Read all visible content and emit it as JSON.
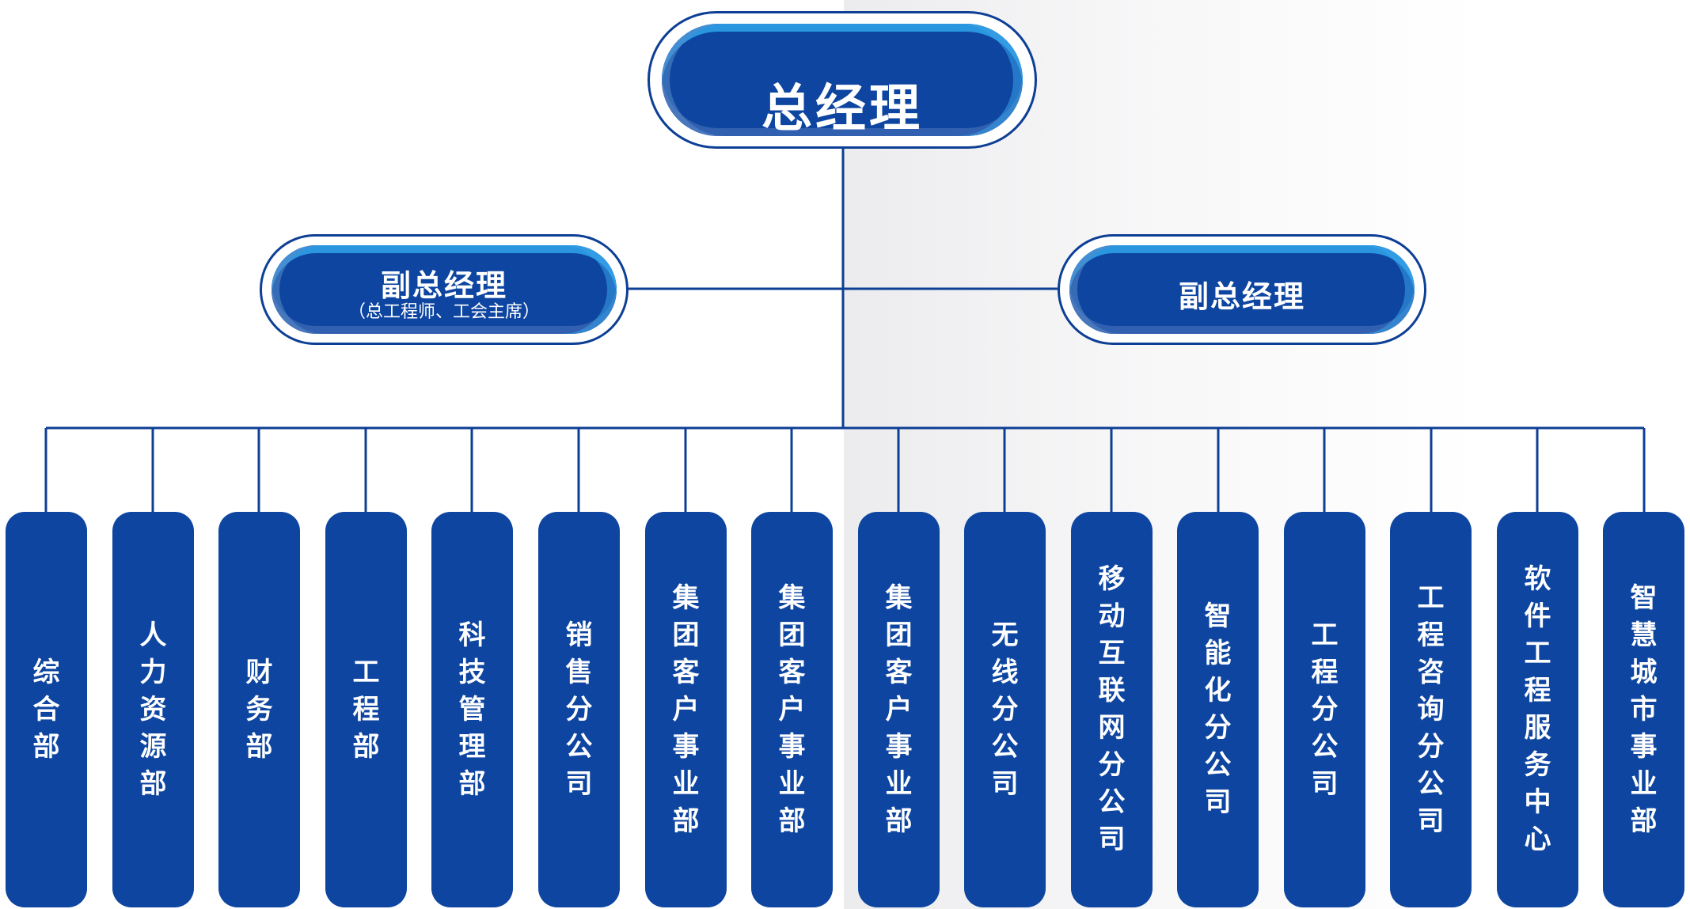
{
  "general_manager": {
    "title": "总经理"
  },
  "deputy_manager_left": {
    "title": "副总经理",
    "subtitle": "（总工程师、工会主席）"
  },
  "deputy_manager_right": {
    "title": "副总经理"
  },
  "departments": [
    {
      "label": "综合部"
    },
    {
      "label": "人力资源部"
    },
    {
      "label": "财务部"
    },
    {
      "label": "工程部"
    },
    {
      "label": "科技管理部"
    },
    {
      "label": "销售分公司"
    },
    {
      "label": "集团客户事业部"
    },
    {
      "label": "集团客户事业部"
    },
    {
      "label": "集团客户事业部"
    },
    {
      "label": "无线分公司"
    },
    {
      "label": "移动互联网分公司"
    },
    {
      "label": "智能化分公司"
    },
    {
      "label": "工程分公司"
    },
    {
      "label": "工程咨询分公司"
    },
    {
      "label": "软件工程服务中心"
    },
    {
      "label": "智慧城市事业部"
    }
  ],
  "colors": {
    "node_fill": "#0d45a0",
    "connector": "#0d3f95",
    "highlight": "#2a96e0"
  }
}
